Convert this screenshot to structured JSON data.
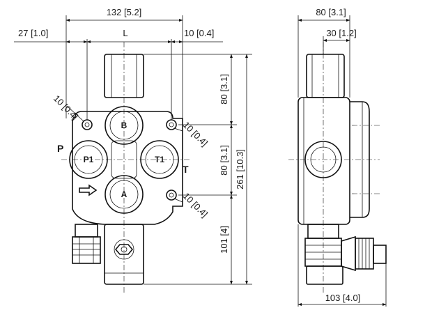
{
  "dimensions": {
    "overall_width": "132 [5.2]",
    "left_offset": "27 [1.0]",
    "length_label": "L",
    "right_offset": "10 [0.4]",
    "hole_diameter_1": "10 [0.4]",
    "hole_diameter_2": "10 [0.4]",
    "hole_diameter_3": "10 [0.4]",
    "upper_height": "80 [3.1]",
    "mid_height": "80 [3.1]",
    "lower_height": "101 [4]",
    "total_height": "261 [10.3]",
    "side_width": "80 [3.1]",
    "side_inner": "30 [1.2]",
    "side_bottom": "103 [4.0]"
  },
  "ports": {
    "b": "B",
    "p1": "P1",
    "t1": "T1",
    "a": "A",
    "p": "P",
    "t": "T"
  }
}
